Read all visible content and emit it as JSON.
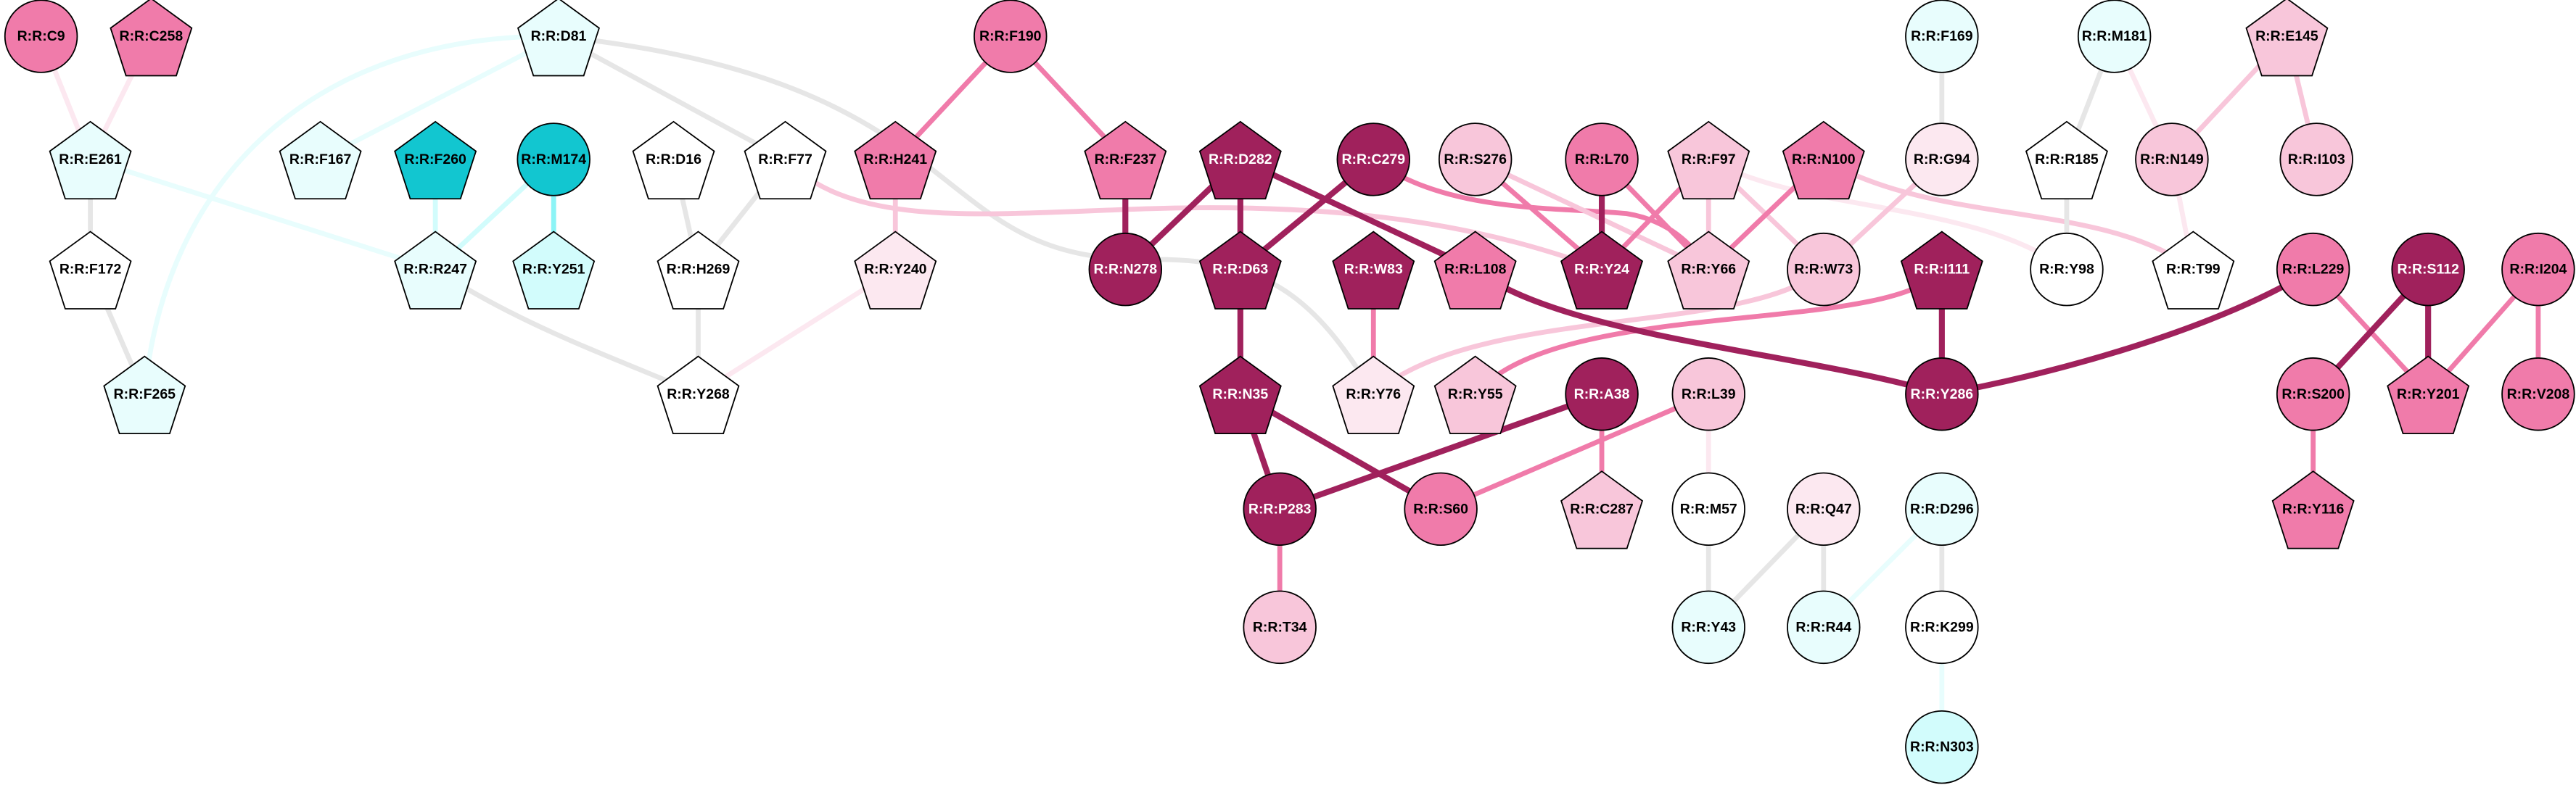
{
  "colors": {
    "dark": "#A0215C",
    "medium_pink": "#F07BAA",
    "light_pink": "#F8C6DA",
    "pale_pink": "#FCE8F0",
    "white": "#FFFFFF",
    "pale_cyan": "#E8FDFD",
    "light_cyan": "#D2FCFC",
    "cyan": "#12C6D0",
    "grey_edge": "#E6E6E6",
    "bright_cyan_edge": "#8CF4F6"
  },
  "nodes": [
    {
      "id": "C9",
      "label": "R:R:C9",
      "shape": "circle",
      "color": "medium_pink"
    },
    {
      "id": "C258",
      "label": "R:R:C258",
      "shape": "pentagon",
      "color": "medium_pink"
    },
    {
      "id": "D81",
      "label": "R:R:D81",
      "shape": "pentagon",
      "color": "pale_cyan"
    },
    {
      "id": "F190",
      "label": "R:R:F190",
      "shape": "circle",
      "color": "medium_pink"
    },
    {
      "id": "F169",
      "label": "R:R:F169",
      "shape": "circle",
      "color": "pale_cyan"
    },
    {
      "id": "M181",
      "label": "R:R:M181",
      "shape": "circle",
      "color": "pale_cyan"
    },
    {
      "id": "E145",
      "label": "R:R:E145",
      "shape": "pentagon",
      "color": "light_pink"
    },
    {
      "id": "E261",
      "label": "R:R:E261",
      "shape": "pentagon",
      "color": "pale_cyan"
    },
    {
      "id": "F167",
      "label": "R:R:F167",
      "shape": "pentagon",
      "color": "pale_cyan"
    },
    {
      "id": "F260",
      "label": "R:R:F260",
      "shape": "pentagon",
      "color": "cyan"
    },
    {
      "id": "M174",
      "label": "R:R:M174",
      "shape": "circle",
      "color": "cyan"
    },
    {
      "id": "D16",
      "label": "R:R:D16",
      "shape": "pentagon",
      "color": "white"
    },
    {
      "id": "F77",
      "label": "R:R:F77",
      "shape": "pentagon",
      "color": "white"
    },
    {
      "id": "H241",
      "label": "R:R:H241",
      "shape": "pentagon",
      "color": "medium_pink"
    },
    {
      "id": "F237",
      "label": "R:R:F237",
      "shape": "pentagon",
      "color": "medium_pink"
    },
    {
      "id": "D282",
      "label": "R:R:D282",
      "shape": "pentagon",
      "color": "dark"
    },
    {
      "id": "C279",
      "label": "R:R:C279",
      "shape": "circle",
      "color": "dark"
    },
    {
      "id": "S276",
      "label": "R:R:S276",
      "shape": "circle",
      "color": "light_pink"
    },
    {
      "id": "L70",
      "label": "R:R:L70",
      "shape": "circle",
      "color": "medium_pink"
    },
    {
      "id": "F97",
      "label": "R:R:F97",
      "shape": "pentagon",
      "color": "light_pink"
    },
    {
      "id": "N100",
      "label": "R:R:N100",
      "shape": "pentagon",
      "color": "medium_pink"
    },
    {
      "id": "G94",
      "label": "R:R:G94",
      "shape": "circle",
      "color": "pale_pink"
    },
    {
      "id": "R185",
      "label": "R:R:R185",
      "shape": "pentagon",
      "color": "white"
    },
    {
      "id": "N149",
      "label": "R:R:N149",
      "shape": "circle",
      "color": "light_pink"
    },
    {
      "id": "I103",
      "label": "R:R:I103",
      "shape": "circle",
      "color": "light_pink"
    },
    {
      "id": "F172",
      "label": "R:R:F172",
      "shape": "pentagon",
      "color": "white"
    },
    {
      "id": "R247",
      "label": "R:R:R247",
      "shape": "pentagon",
      "color": "pale_cyan"
    },
    {
      "id": "Y251",
      "label": "R:R:Y251",
      "shape": "pentagon",
      "color": "light_cyan"
    },
    {
      "id": "H269",
      "label": "R:R:H269",
      "shape": "pentagon",
      "color": "white"
    },
    {
      "id": "Y240",
      "label": "R:R:Y240",
      "shape": "pentagon",
      "color": "pale_pink"
    },
    {
      "id": "N278",
      "label": "R:R:N278",
      "shape": "circle",
      "color": "dark"
    },
    {
      "id": "D63",
      "label": "R:R:D63",
      "shape": "pentagon",
      "color": "dark"
    },
    {
      "id": "W83",
      "label": "R:R:W83",
      "shape": "pentagon",
      "color": "dark"
    },
    {
      "id": "L108",
      "label": "R:R:L108",
      "shape": "pentagon",
      "color": "medium_pink"
    },
    {
      "id": "Y24",
      "label": "R:R:Y24",
      "shape": "pentagon",
      "color": "dark"
    },
    {
      "id": "Y66",
      "label": "R:R:Y66",
      "shape": "pentagon",
      "color": "light_pink"
    },
    {
      "id": "W73",
      "label": "R:R:W73",
      "shape": "circle",
      "color": "light_pink"
    },
    {
      "id": "I111",
      "label": "R:R:I111",
      "shape": "pentagon",
      "color": "dark"
    },
    {
      "id": "Y98",
      "label": "R:R:Y98",
      "shape": "circle",
      "color": "white"
    },
    {
      "id": "T99",
      "label": "R:R:T99",
      "shape": "pentagon",
      "color": "white"
    },
    {
      "id": "L229",
      "label": "R:R:L229",
      "shape": "circle",
      "color": "medium_pink"
    },
    {
      "id": "S112",
      "label": "R:R:S112",
      "shape": "circle",
      "color": "dark"
    },
    {
      "id": "I204",
      "label": "R:R:I204",
      "shape": "circle",
      "color": "medium_pink"
    },
    {
      "id": "F265",
      "label": "R:R:F265",
      "shape": "pentagon",
      "color": "pale_cyan"
    },
    {
      "id": "Y268",
      "label": "R:R:Y268",
      "shape": "pentagon",
      "color": "white"
    },
    {
      "id": "N35",
      "label": "R:R:N35",
      "shape": "pentagon",
      "color": "dark"
    },
    {
      "id": "Y76",
      "label": "R:R:Y76",
      "shape": "pentagon",
      "color": "pale_pink"
    },
    {
      "id": "Y55",
      "label": "R:R:Y55",
      "shape": "pentagon",
      "color": "light_pink"
    },
    {
      "id": "A38",
      "label": "R:R:A38",
      "shape": "circle",
      "color": "dark"
    },
    {
      "id": "L39",
      "label": "R:R:L39",
      "shape": "circle",
      "color": "light_pink"
    },
    {
      "id": "Y286",
      "label": "R:R:Y286",
      "shape": "circle",
      "color": "dark"
    },
    {
      "id": "S200",
      "label": "R:R:S200",
      "shape": "circle",
      "color": "medium_pink"
    },
    {
      "id": "Y201",
      "label": "R:R:Y201",
      "shape": "pentagon",
      "color": "medium_pink"
    },
    {
      "id": "V208",
      "label": "R:R:V208",
      "shape": "circle",
      "color": "medium_pink"
    },
    {
      "id": "P283",
      "label": "R:R:P283",
      "shape": "circle",
      "color": "dark"
    },
    {
      "id": "S60",
      "label": "R:R:S60",
      "shape": "circle",
      "color": "medium_pink"
    },
    {
      "id": "C287",
      "label": "R:R:C287",
      "shape": "pentagon",
      "color": "light_pink"
    },
    {
      "id": "M57",
      "label": "R:R:M57",
      "shape": "circle",
      "color": "white"
    },
    {
      "id": "Q47",
      "label": "R:R:Q47",
      "shape": "circle",
      "color": "pale_pink"
    },
    {
      "id": "D296",
      "label": "R:R:D296",
      "shape": "circle",
      "color": "pale_cyan"
    },
    {
      "id": "Y116",
      "label": "R:R:Y116",
      "shape": "pentagon",
      "color": "medium_pink"
    },
    {
      "id": "T34",
      "label": "R:R:T34",
      "shape": "circle",
      "color": "light_pink"
    },
    {
      "id": "Y43",
      "label": "R:R:Y43",
      "shape": "circle",
      "color": "pale_cyan"
    },
    {
      "id": "R44",
      "label": "R:R:R44",
      "shape": "circle",
      "color": "pale_cyan"
    },
    {
      "id": "K299",
      "label": "R:R:K299",
      "shape": "circle",
      "color": "white"
    },
    {
      "id": "N303",
      "label": "R:R:N303",
      "shape": "circle",
      "color": "light_cyan"
    }
  ],
  "edges": [
    {
      "source": "C9",
      "target": "E261",
      "color": "pale_pink"
    },
    {
      "source": "C258",
      "target": "E261",
      "color": "pale_pink"
    },
    {
      "source": "E261",
      "target": "F172",
      "color": "grey_edge"
    },
    {
      "source": "F172",
      "target": "F265",
      "color": "grey_edge"
    },
    {
      "source": "E261",
      "target": "R247",
      "color": "pale_cyan"
    },
    {
      "source": "D81",
      "target": "F167",
      "color": "pale_cyan"
    },
    {
      "source": "D81",
      "target": "F265",
      "color": "pale_cyan"
    },
    {
      "source": "D81",
      "target": "F77",
      "color": "grey_edge"
    },
    {
      "source": "D81",
      "target": "Y76",
      "color": "grey_edge"
    },
    {
      "source": "F260",
      "target": "R247",
      "color": "light_cyan"
    },
    {
      "source": "M174",
      "target": "R247",
      "color": "light_cyan"
    },
    {
      "source": "M174",
      "target": "Y251",
      "color": "bright_cyan_edge"
    },
    {
      "source": "D16",
      "target": "H269",
      "color": "grey_edge"
    },
    {
      "source": "F77",
      "target": "H269",
      "color": "grey_edge"
    },
    {
      "source": "F77",
      "target": "Y24",
      "color": "light_pink"
    },
    {
      "source": "R247",
      "target": "Y268",
      "color": "grey_edge"
    },
    {
      "source": "H269",
      "target": "Y268",
      "color": "grey_edge"
    },
    {
      "source": "Y268",
      "target": "Y240",
      "color": "pale_pink"
    },
    {
      "source": "H241",
      "target": "Y240",
      "color": "light_pink"
    },
    {
      "source": "F190",
      "target": "H241",
      "color": "medium_pink"
    },
    {
      "source": "F190",
      "target": "F237",
      "color": "medium_pink"
    },
    {
      "source": "F237",
      "target": "N278",
      "color": "dark"
    },
    {
      "source": "D282",
      "target": "N278",
      "color": "dark"
    },
    {
      "source": "D282",
      "target": "D63",
      "color": "dark"
    },
    {
      "source": "D282",
      "target": "L108",
      "color": "dark"
    },
    {
      "source": "C279",
      "target": "D63",
      "color": "dark"
    },
    {
      "source": "C279",
      "target": "Y66",
      "color": "medium_pink"
    },
    {
      "source": "S276",
      "target": "Y24",
      "color": "medium_pink"
    },
    {
      "source": "S276",
      "target": "Y66",
      "color": "light_pink"
    },
    {
      "source": "L70",
      "target": "Y24",
      "color": "dark"
    },
    {
      "source": "L70",
      "target": "Y66",
      "color": "medium_pink"
    },
    {
      "source": "F97",
      "target": "Y24",
      "color": "medium_pink"
    },
    {
      "source": "F97",
      "target": "Y66",
      "color": "light_pink"
    },
    {
      "source": "F97",
      "target": "W73",
      "color": "light_pink"
    },
    {
      "source": "F97",
      "target": "Y98",
      "color": "pale_pink"
    },
    {
      "source": "N100",
      "target": "Y66",
      "color": "medium_pink"
    },
    {
      "source": "N100",
      "target": "T99",
      "color": "light_pink"
    },
    {
      "source": "G94",
      "target": "W73",
      "color": "light_pink"
    },
    {
      "source": "F169",
      "target": "G94",
      "color": "grey_edge"
    },
    {
      "source": "M181",
      "target": "R185",
      "color": "grey_edge"
    },
    {
      "source": "M181",
      "target": "N149",
      "color": "pale_pink"
    },
    {
      "source": "E145",
      "target": "N149",
      "color": "light_pink"
    },
    {
      "source": "E145",
      "target": "I103",
      "color": "light_pink"
    },
    {
      "source": "N149",
      "target": "T99",
      "color": "pale_pink"
    },
    {
      "source": "R185",
      "target": "Y98",
      "color": "grey_edge"
    },
    {
      "source": "W73",
      "target": "Y76",
      "color": "light_pink"
    },
    {
      "source": "I111",
      "target": "Y55",
      "color": "medium_pink"
    },
    {
      "source": "I111",
      "target": "Y286",
      "color": "dark"
    },
    {
      "source": "L108",
      "target": "Y286",
      "color": "dark"
    },
    {
      "source": "L229",
      "target": "Y286",
      "color": "dark"
    },
    {
      "source": "L229",
      "target": "Y201",
      "color": "medium_pink"
    },
    {
      "source": "S112",
      "target": "S200",
      "color": "dark"
    },
    {
      "source": "S112",
      "target": "Y201",
      "color": "dark"
    },
    {
      "source": "I204",
      "target": "Y201",
      "color": "medium_pink"
    },
    {
      "source": "I204",
      "target": "V208",
      "color": "medium_pink"
    },
    {
      "source": "S200",
      "target": "Y116",
      "color": "medium_pink"
    },
    {
      "source": "W83",
      "target": "Y76",
      "color": "medium_pink"
    },
    {
      "source": "D63",
      "target": "N35",
      "color": "dark"
    },
    {
      "source": "N35",
      "target": "P283",
      "color": "dark"
    },
    {
      "source": "N35",
      "target": "S60",
      "color": "dark"
    },
    {
      "source": "A38",
      "target": "P283",
      "color": "dark"
    },
    {
      "source": "A38",
      "target": "C287",
      "color": "medium_pink"
    },
    {
      "source": "L39",
      "target": "S60",
      "color": "medium_pink"
    },
    {
      "source": "L39",
      "target": "M57",
      "color": "pale_pink"
    },
    {
      "source": "P283",
      "target": "T34",
      "color": "medium_pink"
    },
    {
      "source": "M57",
      "target": "Y43",
      "color": "grey_edge"
    },
    {
      "source": "Q47",
      "target": "Y43",
      "color": "grey_edge"
    },
    {
      "source": "Q47",
      "target": "R44",
      "color": "grey_edge"
    },
    {
      "source": "D296",
      "target": "R44",
      "color": "pale_cyan"
    },
    {
      "source": "D296",
      "target": "K299",
      "color": "grey_edge"
    },
    {
      "source": "K299",
      "target": "N303",
      "color": "pale_cyan"
    }
  ]
}
